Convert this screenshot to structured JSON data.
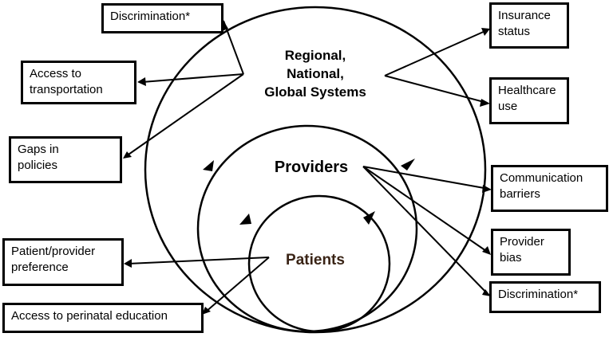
{
  "diagram": {
    "rings": {
      "systems": [
        "Regional,",
        "National,",
        "Global Systems"
      ],
      "providers": "Providers",
      "patients": "Patients"
    },
    "left_boxes": {
      "discrimination": [
        "Discrimination*"
      ],
      "transportation": [
        "Access to",
        "transportation"
      ],
      "policies": [
        "Gaps in",
        "policies"
      ],
      "preference": [
        "Patient/provider",
        "preference"
      ],
      "education": [
        "Access to perinatal education"
      ]
    },
    "right_boxes": {
      "insurance": [
        "Insurance",
        "status"
      ],
      "healthcare_use": [
        "Healthcare",
        "use"
      ],
      "communication": [
        "Communication",
        "barriers"
      ],
      "bias": [
        "Provider",
        "bias"
      ],
      "discrimination": [
        "Discrimination*"
      ]
    },
    "colors": {
      "stroke": "#000000",
      "patients_label": "#3a2416"
    }
  }
}
